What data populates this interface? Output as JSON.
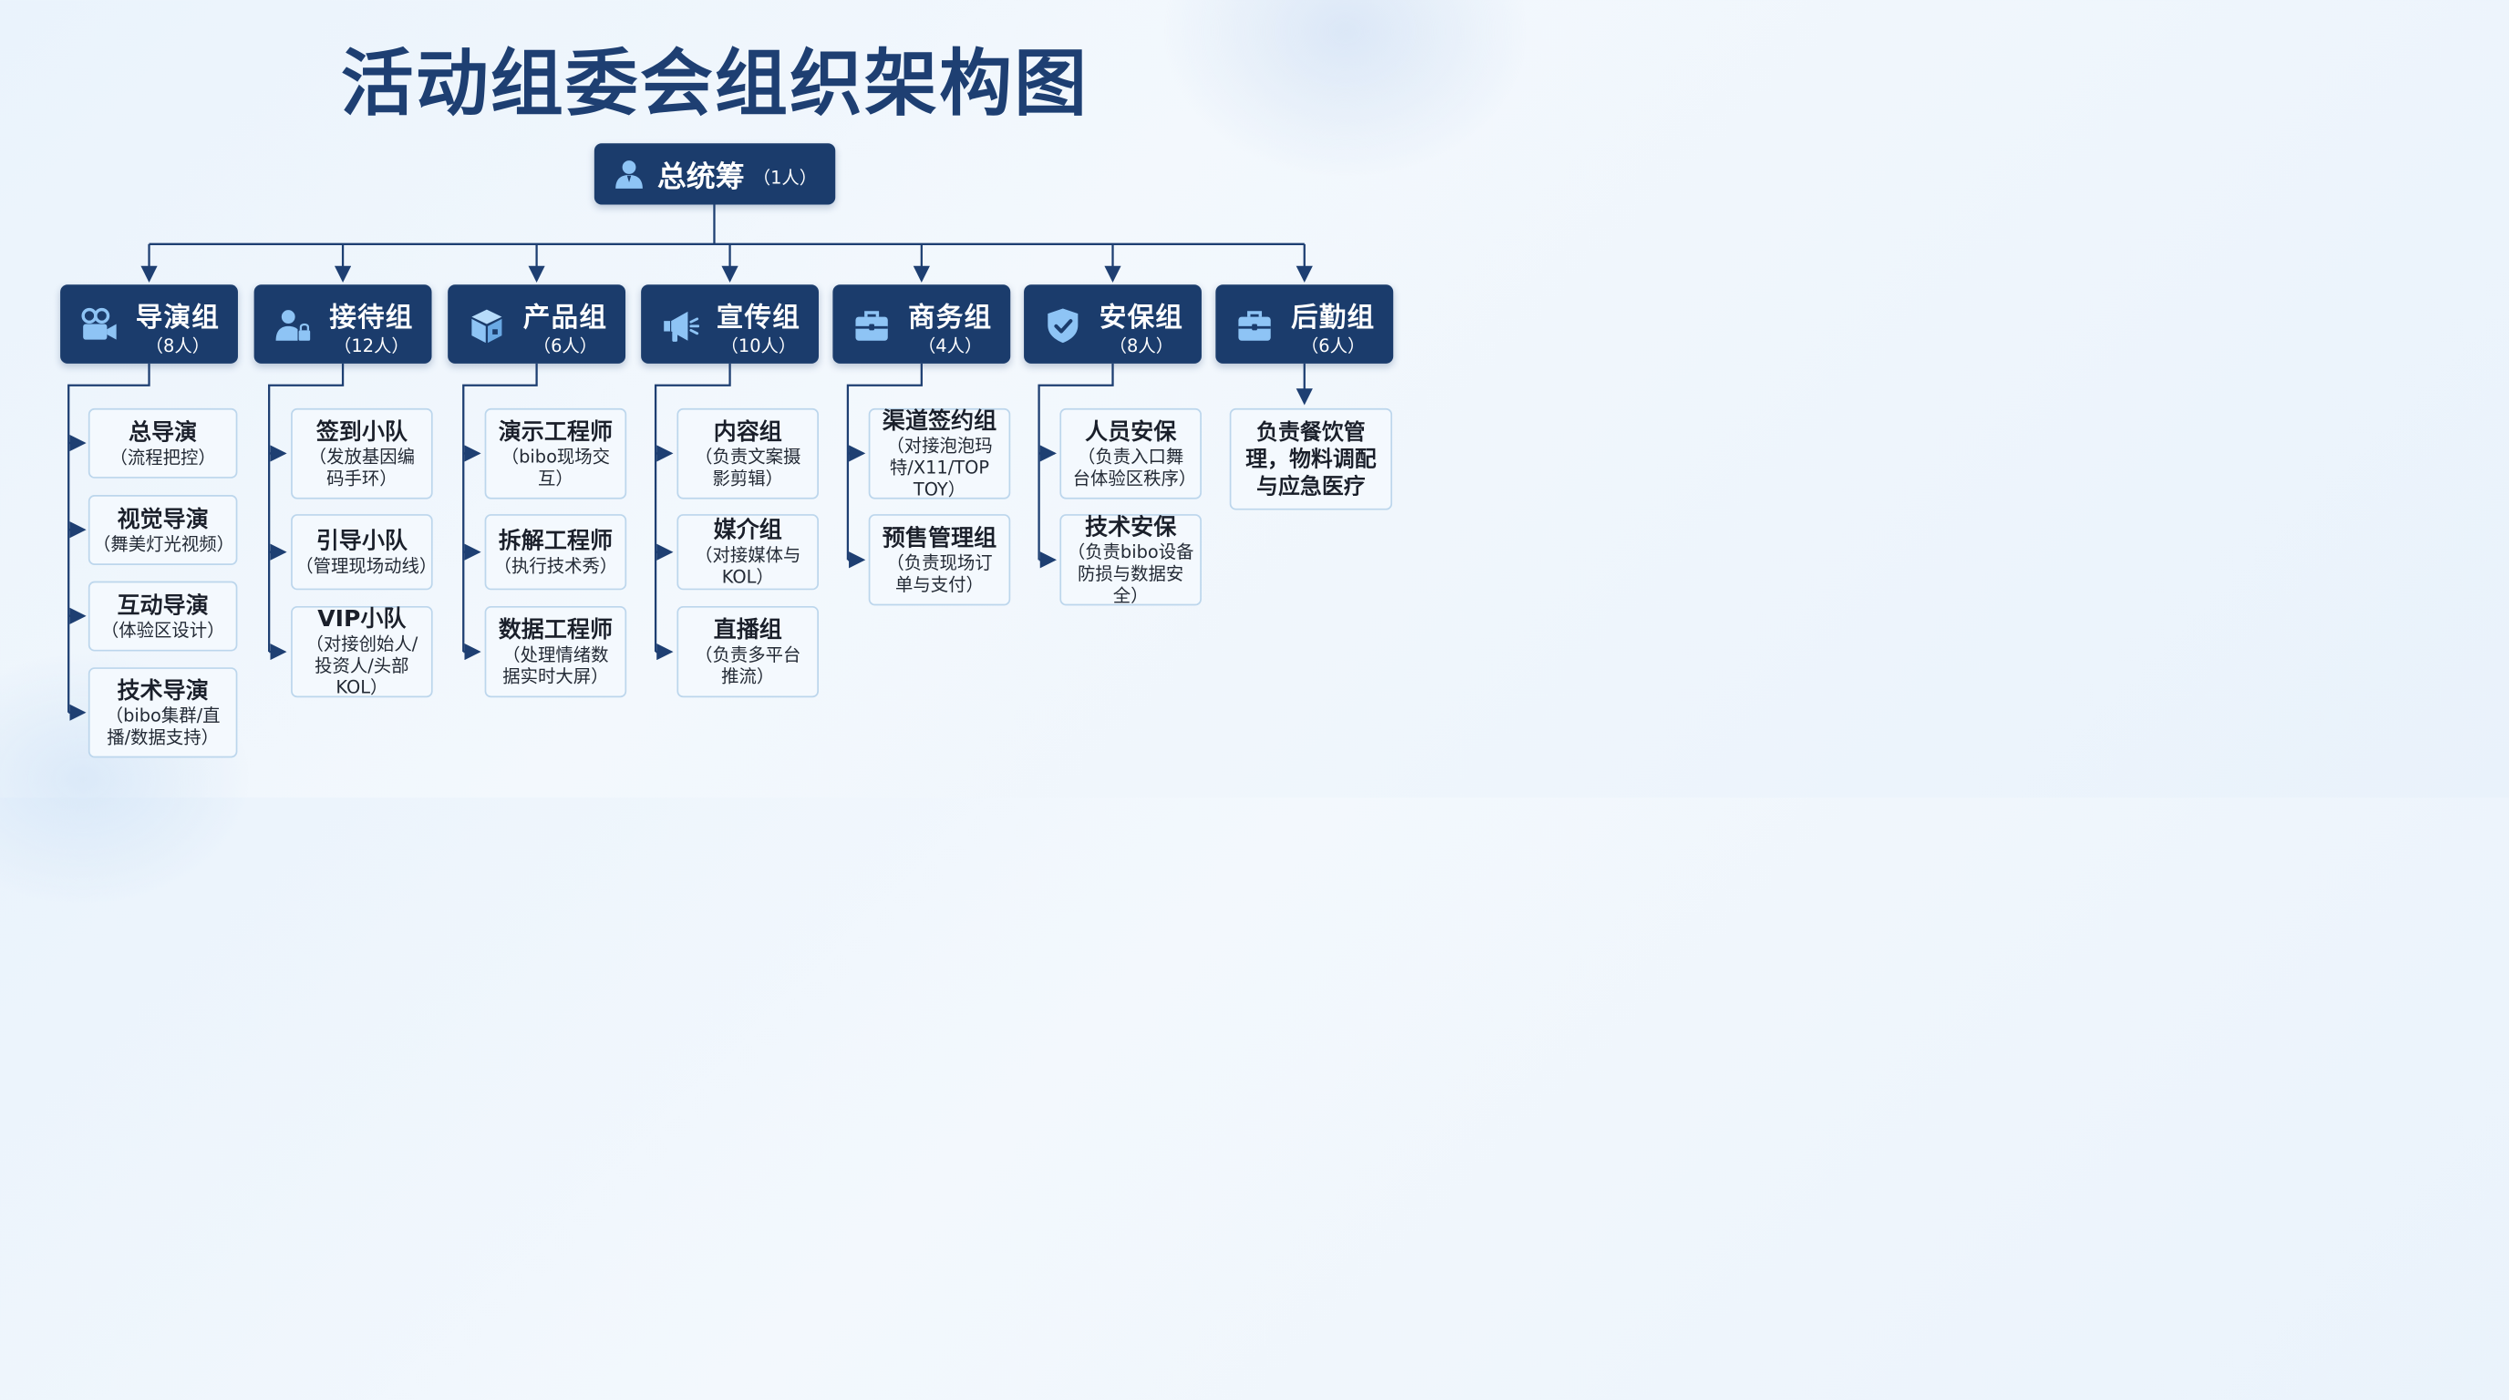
{
  "title": "活动组委会组织架构图",
  "top": {
    "name": "总统筹",
    "count": "（1人）",
    "icon": "user-icon"
  },
  "teams": [
    {
      "name": "导演组",
      "count": "（8人）",
      "icon": "video-camera-icon",
      "subs": [
        {
          "name": "总导演",
          "desc": "（流程把控）"
        },
        {
          "name": "视觉导演",
          "desc": "（舞美灯光视频）"
        },
        {
          "name": "互动导演",
          "desc": "（体验区设计）"
        },
        {
          "name": "技术导演",
          "desc": "（bibo集群/直播/数据支持）"
        }
      ]
    },
    {
      "name": "接待组",
      "count": "（12人）",
      "icon": "user-lock-icon",
      "subs": [
        {
          "name": "签到小队",
          "desc": "（发放基因编码手环）"
        },
        {
          "name": "引导小队",
          "desc": "（管理现场动线）"
        },
        {
          "name": "VIP小队",
          "desc": "（对接创始人/投资人/头部KOL）"
        }
      ]
    },
    {
      "name": "产品组",
      "count": "（6人）",
      "icon": "package-box-icon",
      "subs": [
        {
          "name": "演示工程师",
          "desc": "（bibo现场交互）"
        },
        {
          "name": "拆解工程师",
          "desc": "（执行技术秀）"
        },
        {
          "name": "数据工程师",
          "desc": "（处理情绪数据实时大屏）"
        }
      ]
    },
    {
      "name": "宣传组",
      "count": "（10人）",
      "icon": "megaphone-icon",
      "subs": [
        {
          "name": "内容组",
          "desc": "（负责文案摄影剪辑）"
        },
        {
          "name": "媒介组",
          "desc": "（对接媒体与KOL）"
        },
        {
          "name": "直播组",
          "desc": "（负责多平台推流）"
        }
      ]
    },
    {
      "name": "商务组",
      "count": "（4人）",
      "icon": "briefcase-icon",
      "subs": [
        {
          "name": "渠道签约组",
          "desc": "（对接泡泡玛特/X11/TOP TOY）"
        },
        {
          "name": "预售管理组",
          "desc": "（负责现场订单与支付）"
        }
      ]
    },
    {
      "name": "安保组",
      "count": "（8人）",
      "icon": "shield-check-icon",
      "subs": [
        {
          "name": "人员安保",
          "desc": "（负责入口舞台体验区秩序）"
        },
        {
          "name": "技术安保",
          "desc": "（负责bibo设备防损与数据安全）"
        }
      ]
    },
    {
      "name": "后勤组",
      "count": "（6人）",
      "icon": "toolbox-icon",
      "subs": [
        {
          "text": "负责餐饮管理，物料调配与应急医疗"
        }
      ]
    }
  ]
}
